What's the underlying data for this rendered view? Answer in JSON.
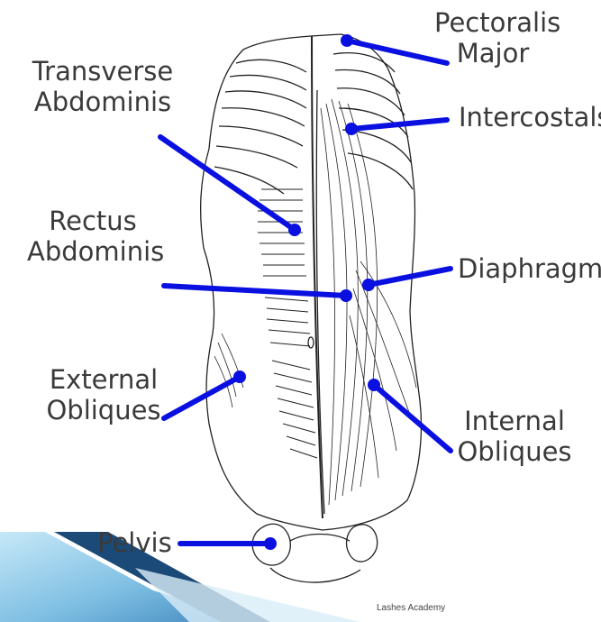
{
  "colors": {
    "pointer": "#0a10e0",
    "label_text": "#3a3a3a",
    "corner_light": "#a8d8f0",
    "corner_dark": "#1b4a78"
  },
  "labels": {
    "pectoralis_major": [
      "Pectoralis",
      "Major"
    ],
    "transverse_abdominis": [
      "Transverse",
      "Abdominis"
    ],
    "intercostals": "Intercostals",
    "rectus_abdominis": [
      "Rectus",
      "Abdominis"
    ],
    "diaphragm": "Diaphragm",
    "external_obliques": [
      "External",
      "Obliques"
    ],
    "internal_obliques": [
      "Internal",
      "Obliques"
    ],
    "pelvis": "Pelvis"
  },
  "footer": "Lashes Academy"
}
